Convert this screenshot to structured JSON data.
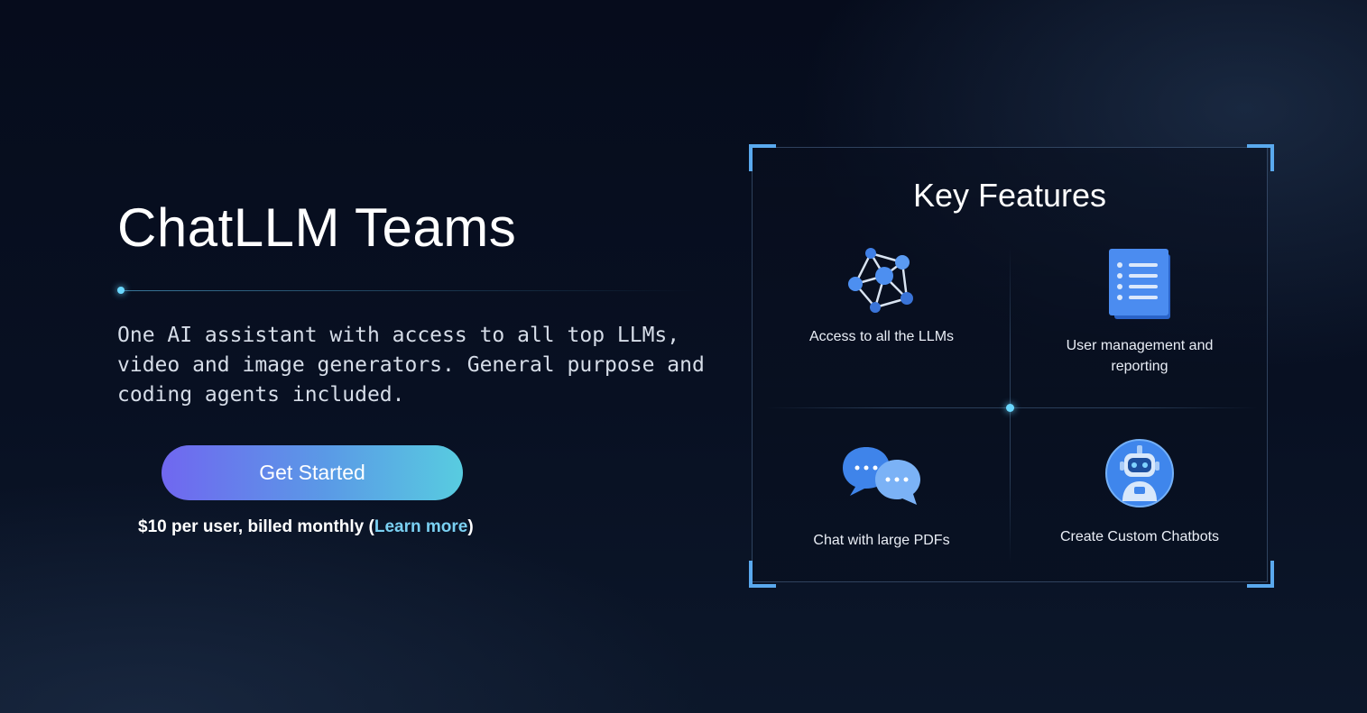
{
  "hero": {
    "title": "ChatLLM Teams",
    "description": "One AI assistant with access to all top LLMs, video and image generators. General purpose and coding agents included.",
    "cta_label": "Get Started",
    "price_text": "$10 per user, billed monthly (",
    "learn_more_label": "Learn more",
    "price_suffix": ")"
  },
  "features": {
    "title": "Key Features",
    "items": [
      {
        "label": "Access to all the LLMs",
        "icon": "network-nodes-icon"
      },
      {
        "label": "User management and reporting",
        "icon": "document-list-icon"
      },
      {
        "label": "Chat with large PDFs",
        "icon": "chat-bubbles-icon"
      },
      {
        "label": "Create Custom Chatbots",
        "icon": "robot-avatar-icon"
      }
    ]
  },
  "colors": {
    "accent": "#6ad8ff",
    "link": "#7ad0f2",
    "cta_gradient_start": "#7067f0",
    "cta_gradient_end": "#58cce0",
    "panel_corner": "#5aa9ee"
  }
}
